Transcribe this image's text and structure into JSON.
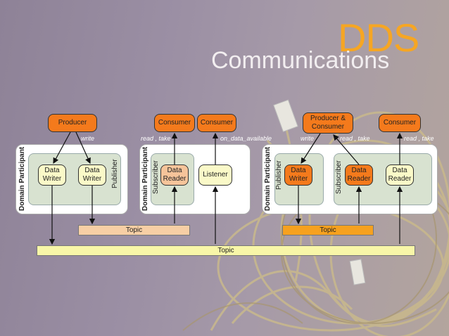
{
  "title": {
    "line1": "DDS",
    "line2": "Communications"
  },
  "nodes": {
    "producer": "Producer",
    "consumer1": "Consumer",
    "consumer2": "Consumer",
    "producer_consumer": "Producer &\nConsumer",
    "consumer3": "Consumer"
  },
  "participants": {
    "dp_label": "Domain Participant",
    "publisher": "Publisher",
    "subscriber": "Subscriber",
    "data_writer": "Data\nWriter",
    "data_reader": "Data\nReader",
    "listener": "Listener"
  },
  "labels": {
    "write": "write",
    "read_take": "read , take",
    "on_data_available": "on_data_available"
  },
  "topics": {
    "topic": "Topic"
  },
  "colors": {
    "dds_orange": "#f6a623",
    "node_orange": "#f47a1c",
    "peach": "#f5c49a",
    "pale_yellow": "#faf9c8"
  }
}
